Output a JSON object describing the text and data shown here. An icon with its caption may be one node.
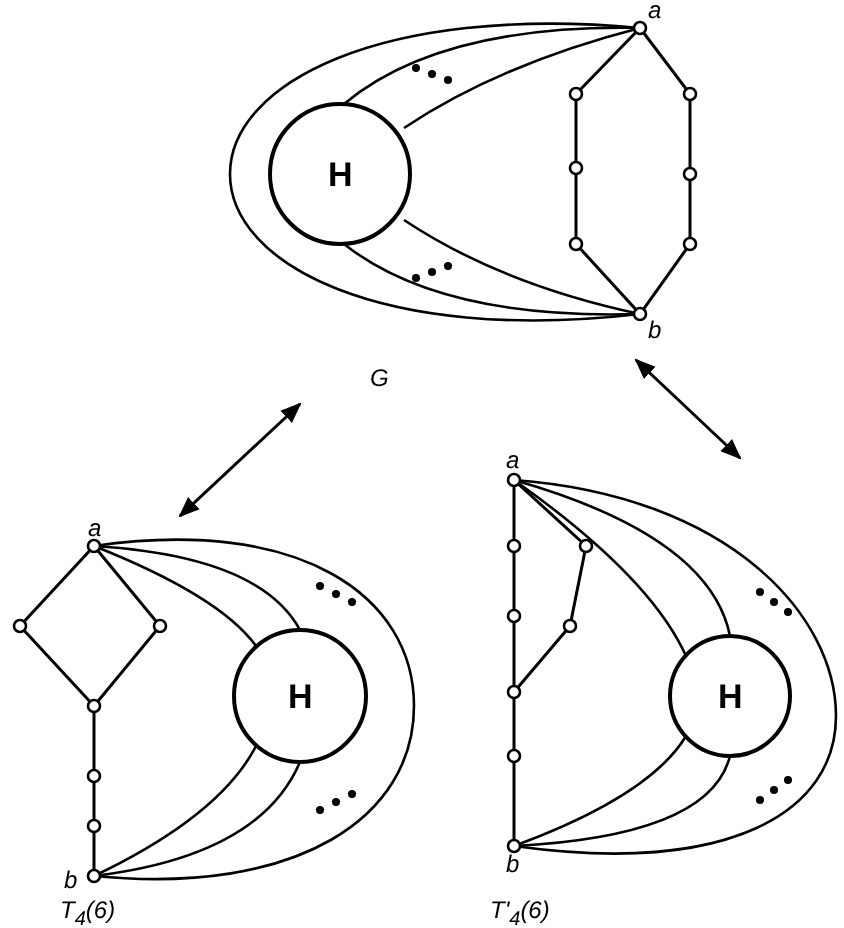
{
  "diagram": {
    "nodes": [
      {
        "text": [],
        "shape": "picture",
        "beside": [
          "G"
        ]
      },
      {
        "text": [],
        "shape": "picture",
        "beside": [
          "T$_{4}$(6)"
        ]
      },
      {
        "text": [],
        "shape": "picture",
        "beside": [
          "T'$_{4}$(6)"
        ]
      }
    ],
    "edges": [
      {
        "from": 0,
        "to": 1,
        "arrow": "both"
      },
      {
        "from": 0,
        "to": 2,
        "arrow": "both"
      }
    ],
    "labels": [
      "a",
      "H",
      "b",
      "a",
      "H",
      "b",
      "a",
      "H",
      "b"
    ]
  }
}
